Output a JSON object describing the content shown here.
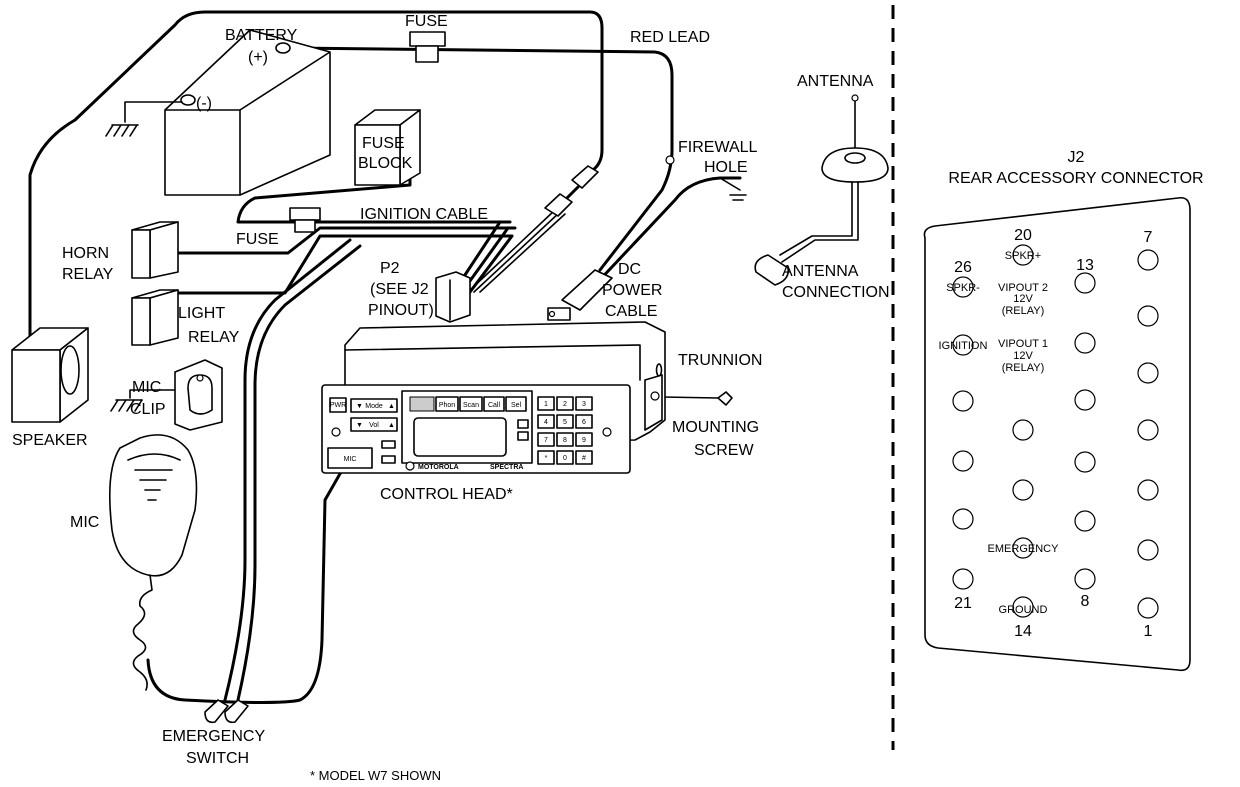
{
  "labels": {
    "battery": "BATTERY",
    "battery_pos": "(+)",
    "battery_neg": "(-)",
    "fuse_top": "FUSE",
    "red_lead": "RED LEAD",
    "fuse_block_1": "FUSE",
    "fuse_block_2": "BLOCK",
    "firewall_1": "FIREWALL",
    "firewall_2": "HOLE",
    "ignition_cable": "IGNITION CABLE",
    "fuse_mid": "FUSE",
    "horn_relay_1": "HORN",
    "horn_relay_2": "RELAY",
    "light_relay_1": "LIGHT",
    "light_relay_2": "RELAY",
    "p2_1": "P2",
    "p2_2": "(SEE J2",
    "p2_3": "PINOUT)",
    "dc_power_1": "DC",
    "dc_power_2": "POWER",
    "dc_power_3": "CABLE",
    "trunnion": "TRUNNION",
    "mounting_1": "MOUNTING",
    "mounting_2": "SCREW",
    "mic_clip_1": "MIC",
    "mic_clip_2": "CLIP",
    "speaker": "SPEAKER",
    "mic": "MIC",
    "control_head": "CONTROL HEAD*",
    "emergency_1": "EMERGENCY",
    "emergency_2": "SWITCH",
    "model_note": "* MODEL W7 SHOWN",
    "antenna": "ANTENNA",
    "antenna_conn_1": "ANTENNA",
    "antenna_conn_2": "CONNECTION",
    "j2_title_1": "J2",
    "j2_title_2": "REAR ACCESSORY CONNECTOR"
  },
  "control_head": {
    "pwr": "PWR",
    "mode": "Mode",
    "vol": "Vol",
    "softkeys": [
      "Phon",
      "Scan",
      "Call",
      "Sel"
    ],
    "keypad": [
      "1",
      "2",
      "3",
      "4",
      "5",
      "6",
      "7",
      "8",
      "9",
      "*",
      "0",
      "#"
    ],
    "brand": "MOTOROLA",
    "model": "SPECTRA",
    "mic_port": "MIC"
  },
  "connector": {
    "pin_numbers": {
      "p7": "7",
      "p20": "20",
      "p13": "13",
      "p26": "26",
      "p21": "21",
      "p8": "8",
      "p14": "14",
      "p1": "1"
    },
    "pin_labels": {
      "spkr_plus": "SPKR+",
      "spkr_minus": "SPKR-",
      "vipout2_1": "VIPOUT 2",
      "vipout2_2": "12V",
      "vipout2_3": "(RELAY)",
      "ignition": "IGNITION",
      "vipout1_1": "VIPOUT 1",
      "vipout1_2": "12V",
      "vipout1_3": "(RELAY)",
      "emergency": "EMERGENCY",
      "ground": "GROUND"
    }
  }
}
